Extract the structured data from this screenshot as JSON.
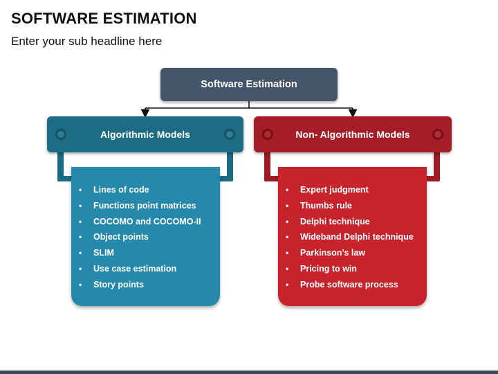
{
  "title": "SOFTWARE ESTIMATION",
  "subtitle": "Enter your sub headline here",
  "root": {
    "label": "Software Estimation"
  },
  "left": {
    "label": "Algorithmic Models",
    "items": [
      "Lines of code",
      "Functions point matrices",
      "COCOMO and COCOMO-II",
      "Object points",
      "SLIM",
      "Use case estimation",
      "Story points"
    ]
  },
  "right": {
    "label": "Non- Algorithmic Models",
    "items": [
      "Expert judgment",
      "Thumbs rule",
      "Delphi technique",
      "Wideband Delphi technique",
      "Parkinson’s law",
      "Pricing to win",
      "Probe software process"
    ]
  },
  "colors": {
    "root": "#44546a",
    "left_header": "#1e6b84",
    "left_card": "#2589ab",
    "right_header": "#a51d26",
    "right_card": "#c8232c"
  }
}
